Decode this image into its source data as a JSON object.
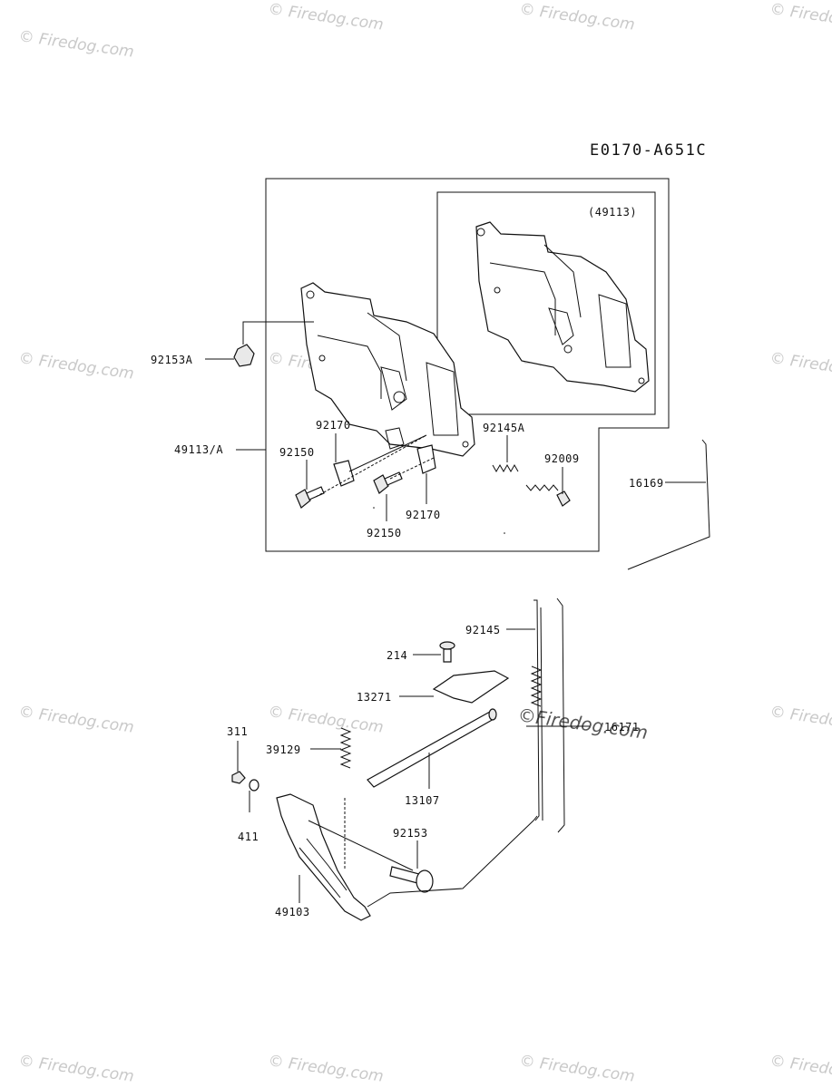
{
  "diagram_code": "E0170-A651C",
  "watermark": "Firedog.com",
  "watermark_symbol": "©",
  "subassembly_label": "(49113)",
  "labels": {
    "p92153A": "92153A",
    "p49113A": "49113/A",
    "p92170a": "92170",
    "p92150a": "92150",
    "p92150b": "92150",
    "p92170b": "92170",
    "p92145A": "92145A",
    "p92009": "92009",
    "p16169": "16169",
    "p92145": "92145",
    "p214": "214",
    "p13271": "13271",
    "p311": "311",
    "p39129": "39129",
    "p13107": "13107",
    "p16171": "16171",
    "p411": "411",
    "p92153": "92153",
    "p49103": "49103"
  }
}
